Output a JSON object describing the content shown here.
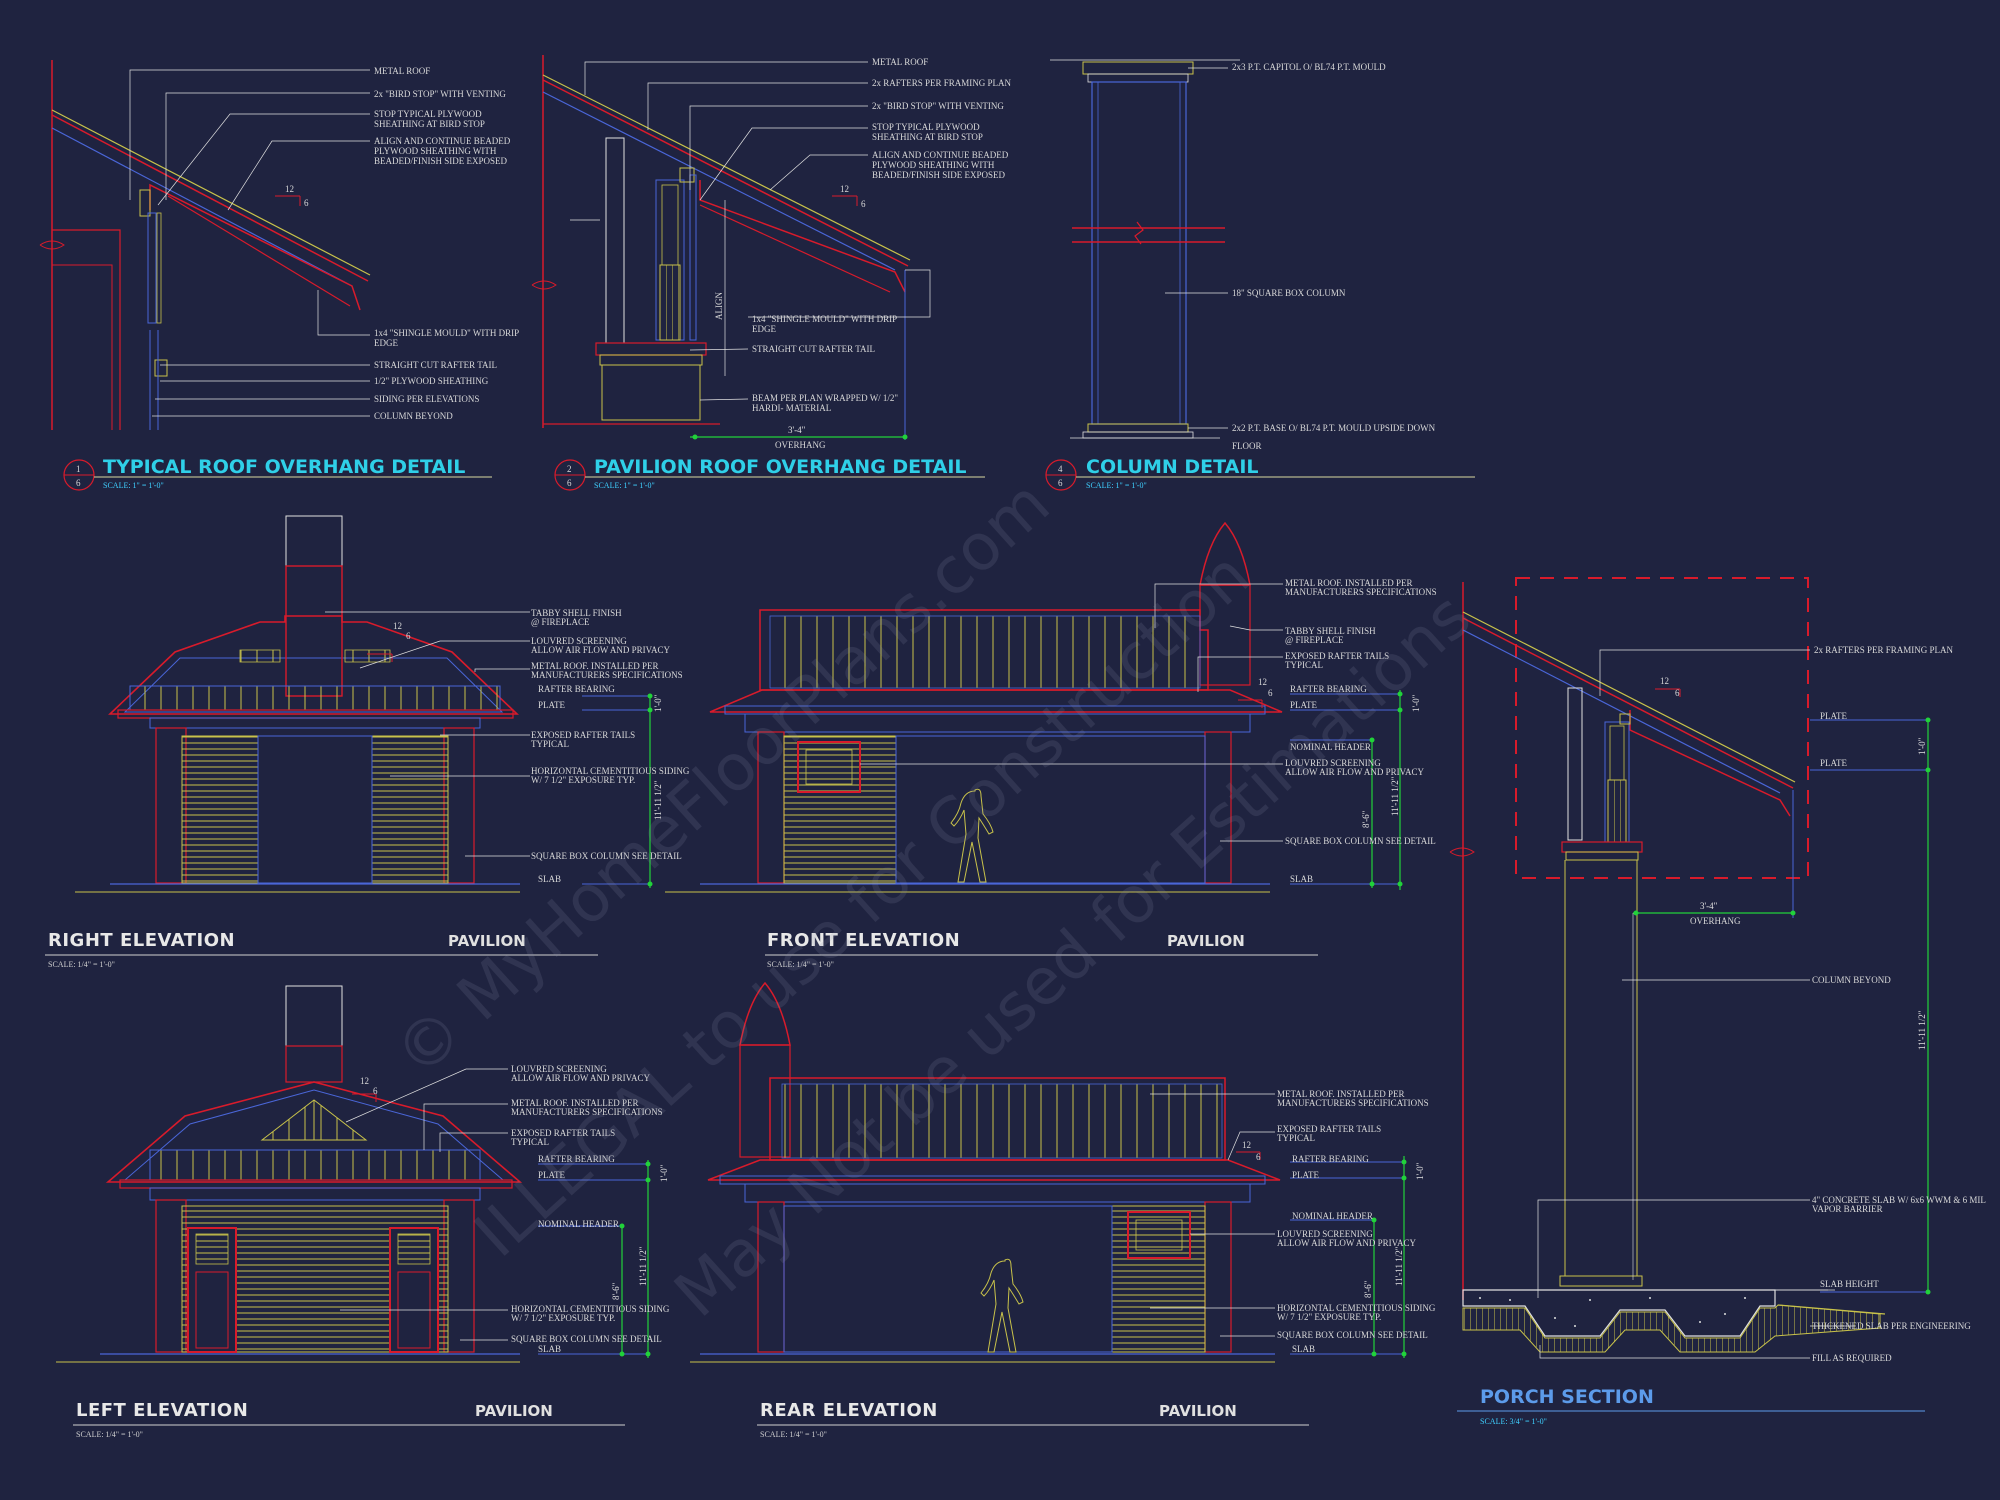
{
  "watermark": {
    "line1": "© MyHomeFloorPlans.com",
    "line2": "ILLEGAL to use for Construction",
    "line3": "May Not be used for Estimations"
  },
  "details": {
    "typical": {
      "number": "1",
      "sheet": "6",
      "title": "TYPICAL ROOF OVERHANG DETAIL",
      "scale": "SCALE:     1\" = 1'-0\"",
      "pitch_rise": "12",
      "pitch_run": "6",
      "notes": [
        "METAL ROOF",
        "2x \"BIRD STOP\" WITH VENTING",
        "STOP TYPICAL PLYWOOD",
        "SHEATHING AT BIRD STOP",
        "ALIGN AND CONTINUE BEADED",
        "PLYWOOD SHEATHING WITH",
        "BEADED/FINISH SIDE EXPOSED",
        "1x4 \"SHINGLE MOULD\" WITH DRIP",
        "EDGE",
        "STRAIGHT CUT RAFTER TAIL",
        "1/2\" PLYWOOD SHEATHING",
        "SIDING PER ELEVATIONS",
        "COLUMN BEYOND"
      ]
    },
    "pavilion": {
      "number": "2",
      "sheet": "6",
      "title": "PAVILION ROOF OVERHANG DETAIL",
      "scale": "SCALE:     1\" = 1'-0\"",
      "pitch_rise": "12",
      "pitch_run": "6",
      "notes": [
        "METAL ROOF",
        "2x RAFTERS PER FRAMING PLAN",
        "2x \"BIRD STOP\" WITH VENTING",
        "STOP TYPICAL PLYWOOD",
        "SHEATHING AT BIRD STOP",
        "ALIGN AND CONTINUE BEADED",
        "PLYWOOD SHEATHING WITH",
        "BEADED/FINISH SIDE EXPOSED",
        "1x4 \"SHINGLE MOULD\" WITH DRIP",
        "EDGE",
        "STRAIGHT CUT RAFTER TAIL",
        "BEAM PER PLAN WRAPPED W/ 1/2\"",
        "HARDI- MATERIAL"
      ],
      "align": "ALIGN",
      "dim_value": "3'-4\"",
      "dim_label": "OVERHANG"
    },
    "column": {
      "number": "4",
      "sheet": "6",
      "title": "COLUMN DETAIL",
      "scale": "SCALE:     1\" = 1'-0\"",
      "notes": [
        "2x3 P.T. CAPITOL O/ BL74 P.T. MOULD",
        "18\" SQUARE BOX COLUMN",
        "2x2 P.T. BASE O/ BL74 P.T. MOULD UPSIDE DOWN"
      ],
      "floor": "FLOOR"
    }
  },
  "elevations": {
    "right": {
      "title": "RIGHT ELEVATION",
      "subtitle": "PAVILION",
      "scale": "SCALE: 1/4\" = 1'-0\"",
      "pitch_rise": "12",
      "pitch_run": "6",
      "notes": [
        "TABBY SHELL FINISH",
        "@ FIREPLACE",
        "LOUVRED SCREENING",
        "ALLOW AIR FLOW AND PRIVACY",
        "METAL ROOF.  INSTALLED PER",
        "MANUFACTURERS SPECIFICATIONS",
        "RAFTER BEARING",
        "PLATE",
        "EXPOSED RAFTER TAILS",
        "TYPICAL",
        "HORIZONTAL CEMENTITIOUS SIDING",
        "W/ 7 1/2\" EXPOSURE TYP.",
        "SQUARE BOX COLUMN SEE DETAIL",
        "SLAB"
      ],
      "dims": [
        "1'-0\"",
        "11'-11 1/2\""
      ]
    },
    "front": {
      "title": "FRONT ELEVATION",
      "subtitle": "PAVILION",
      "scale": "SCALE: 1/4\" = 1'-0\"",
      "pitch_rise": "12",
      "pitch_run": "6",
      "notes": [
        "METAL ROOF.  INSTALLED PER",
        "MANUFACTURERS SPECIFICATIONS",
        "TABBY SHELL FINISH",
        "@ FIREPLACE",
        "EXPOSED RAFTER TAILS",
        "TYPICAL",
        "RAFTER BEARING",
        "PLATE",
        "NOMINAL HEADER",
        "LOUVRED SCREENING",
        "ALLOW AIR FLOW AND PRIVACY",
        "SQUARE BOX COLUMN SEE DETAIL",
        "SLAB"
      ],
      "dims": [
        "1'-0\"",
        "8'-6\"",
        "11'-11 1/2\""
      ]
    },
    "left": {
      "title": "LEFT ELEVATION",
      "subtitle": "PAVILION",
      "scale": "SCALE: 1/4\" = 1'-0\"",
      "pitch_rise": "12",
      "pitch_run": "6",
      "notes": [
        "LOUVRED SCREENING",
        "ALLOW AIR FLOW AND PRIVACY",
        "METAL ROOF.  INSTALLED PER",
        "MANUFACTURERS SPECIFICATIONS",
        "EXPOSED RAFTER TAILS",
        "TYPICAL",
        "RAFTER BEARING",
        "PLATE",
        "NOMINAL HEADER",
        "HORIZONTAL CEMENTITIOUS SIDING",
        "W/ 7 1/2\" EXPOSURE TYP.",
        "SQUARE BOX COLUMN SEE DETAIL",
        "SLAB"
      ],
      "dims": [
        "1'-0\"",
        "8'-6\"",
        "11'-11 1/2\""
      ]
    },
    "rear": {
      "title": "REAR ELEVATION",
      "subtitle": "PAVILION",
      "scale": "SCALE: 1/4\" = 1'-0\"",
      "pitch_rise": "12",
      "pitch_run": "6",
      "notes": [
        "METAL ROOF.  INSTALLED PER",
        "MANUFACTURERS SPECIFICATIONS",
        "EXPOSED RAFTER TAILS",
        "TYPICAL",
        "RAFTER BEARING",
        "PLATE",
        "NOMINAL HEADER",
        "LOUVRED SCREENING",
        "ALLOW AIR FLOW AND PRIVACY",
        "HORIZONTAL CEMENTITIOUS SIDING",
        "W/ 7 1/2\" EXPOSURE TYP.",
        "SQUARE BOX COLUMN SEE DETAIL",
        "SLAB"
      ],
      "dims": [
        "1'-0\"",
        "8'-6\"",
        "11'-11 1/2\""
      ]
    }
  },
  "porch": {
    "title": "PORCH SECTION",
    "scale": "SCALE: 3/4\" = 1'-0\"",
    "pitch_rise": "12",
    "pitch_run": "6",
    "notes": [
      "2x RAFTERS PER FRAMING PLAN",
      "PLATE",
      "PLATE",
      "COLUMN BEYOND",
      "4\" CONCRETE SLAB W/ 6x6 WWM & 6 MIL",
      "VAPOR BARRIER",
      "SLAB HEIGHT",
      "THICKENED SLAB PER ENGINEERING",
      "FILL AS REQUIRED"
    ],
    "dims": [
      "1'-0\"",
      "11'-11 1/2\"",
      "3'-4\""
    ],
    "overhang": "OVERHANG"
  },
  "colors": {
    "background": "#1f2340",
    "structure_red": "#d81b2b",
    "outline_blue": "#4a66d8",
    "siding_yellow": "#c8c24a",
    "dimension_green": "#21d23a",
    "title_cyan": "#2fd0e8"
  }
}
